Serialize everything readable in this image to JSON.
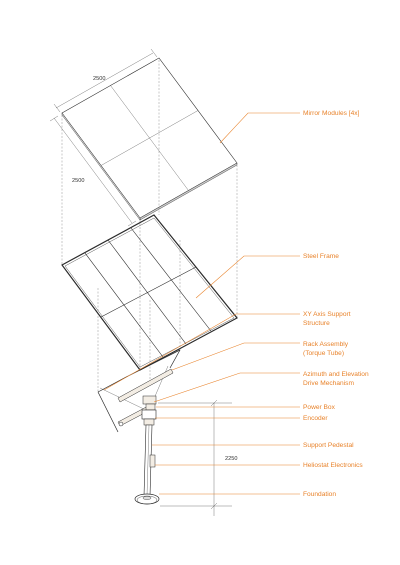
{
  "dimensions": {
    "width_top": "2500",
    "width_side": "2500",
    "pedestal_height": "2250"
  },
  "labels": {
    "mirror_modules": "Mirror Modules [4x]",
    "steel_frame": "Steel Frame",
    "xy_support_line1": "XY Axis Support",
    "xy_support_line2": "Structure",
    "rack_line1": "Rack Assembly",
    "rack_line2": "(Torque Tube)",
    "azimuth_line1": "Azimuth and Elevation",
    "azimuth_line2": "Drive Mechanism",
    "power_box": "Power Box",
    "encoder": "Encoder",
    "support_pedestal": "Support Pedestal",
    "heliostat_electronics": "Heliostat Electronics",
    "foundation": "Foundation"
  },
  "colors": {
    "accent": "#e8822a",
    "line": "#2a2a2a"
  }
}
